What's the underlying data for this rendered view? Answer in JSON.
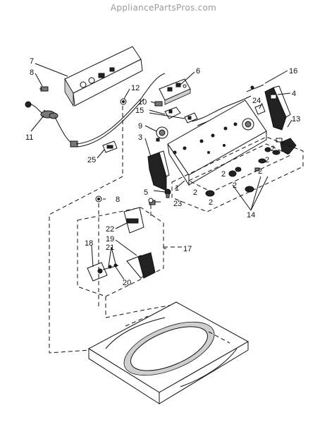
{
  "watermark": "AppliancePartsPros.com",
  "callouts": [
    "7",
    "8",
    "11",
    "12",
    "6",
    "16",
    "4",
    "10",
    "24",
    "15",
    "13",
    "9",
    "3",
    "25",
    "2",
    "2",
    "2",
    "2",
    "2",
    "2",
    "2",
    "1",
    "5",
    "23",
    "14",
    "8",
    "22",
    "17",
    "19",
    "18",
    "21",
    "20"
  ]
}
